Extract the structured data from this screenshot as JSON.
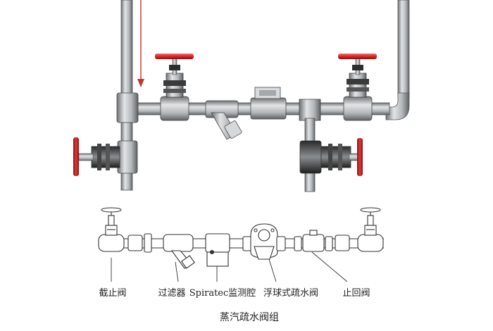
{
  "labels": {
    "shutoff_valve": "截止阀",
    "strainer": "过滤器",
    "spiratec_chamber": "Spiratec监测腔",
    "float_trap": "浮球式疏水阀",
    "check_valve": "止回阀"
  },
  "caption": "蒸汽疏水阀组",
  "colors": {
    "pipe": "#b9bbbe",
    "pipe_dark": "#2b2b2b",
    "handwheel": "#d42a2a",
    "line": "#333333"
  },
  "icons": [
    "handwheel-icon",
    "flow-arrow-icon"
  ]
}
